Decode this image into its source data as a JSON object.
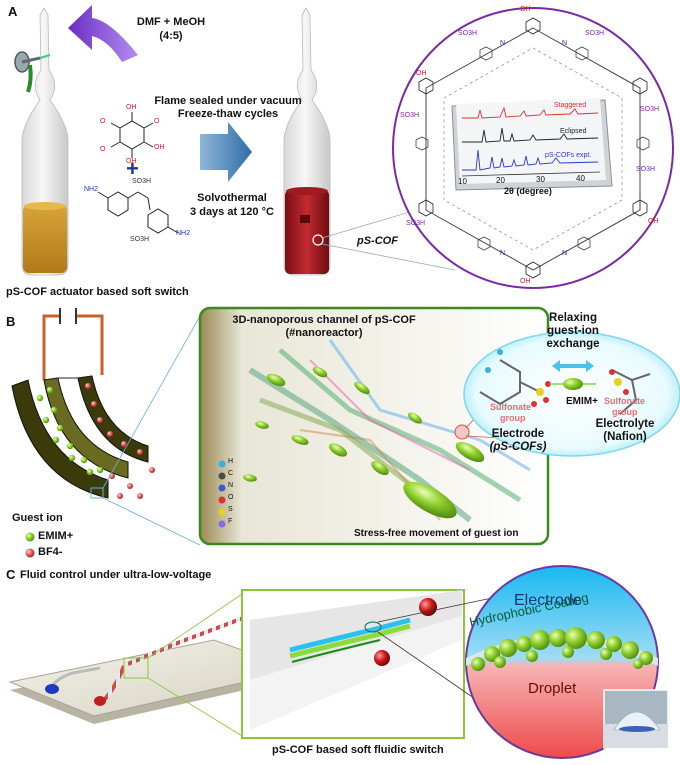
{
  "panel_a": {
    "letter": "A",
    "solvent": "DMF + MeOH",
    "ratio": "(4:5)",
    "step1": "Flame sealed under vacuum",
    "step2": "Freeze-thaw cycles",
    "cond1": "Solvothermal",
    "cond2": "3 days at 120 °C",
    "product": "pS-COF",
    "xrd_legend": [
      "Staggered",
      "Eclipsed",
      "pS-COFs expt."
    ],
    "xrd_ticks": [
      "10",
      "20",
      "30",
      "40"
    ],
    "xrd_xlabel": "2θ (degree)",
    "chem_oh": "OH",
    "chem_so3h": "SO3H",
    "chem_nh2": "NH2",
    "chem_n": "N",
    "chem_o": "O"
  },
  "panel_b": {
    "letter": "B",
    "title": "pS-COF actuator based soft switch",
    "channel_title_1": "3D-nanoporous channel of pS-COF",
    "channel_title_2": "(#nanoreactor)",
    "relax_1": "Relaxing",
    "relax_2": "guest-ion",
    "relax_3": "exchange",
    "emim": "EMIM+",
    "sulfonate_1": "Sulfonate",
    "sulfonate_2": "group",
    "electrode_1": "Electrode",
    "electrode_2": "(pS-COFs)",
    "electrolyte_1": "Electrolyte",
    "electrolyte_2": "(Nafion)",
    "atoms": [
      "H",
      "C",
      "N",
      "O",
      "S",
      "F"
    ],
    "stress_free": "Stress-free movement of guest ion",
    "guest_ion": "Guest ion",
    "legend_emim": "EMIM+",
    "legend_bf4": "BF4-"
  },
  "panel_c": {
    "letter": "C",
    "title": "Fluid control under ultra-low-voltage",
    "electrode": "Electrode",
    "coating": "Hydrophobic Coating",
    "droplet": "Droplet",
    "caption": "pS-COF based soft fluidic switch"
  },
  "colors": {
    "purple": "#7a2aa8",
    "green_frame": "#3a8a1e",
    "orange": "#c8622a",
    "ion_green": "#8ccc2a",
    "ion_red": "#e06060",
    "electrode_blue": "#3aaee0",
    "droplet_red": "#e85050"
  }
}
